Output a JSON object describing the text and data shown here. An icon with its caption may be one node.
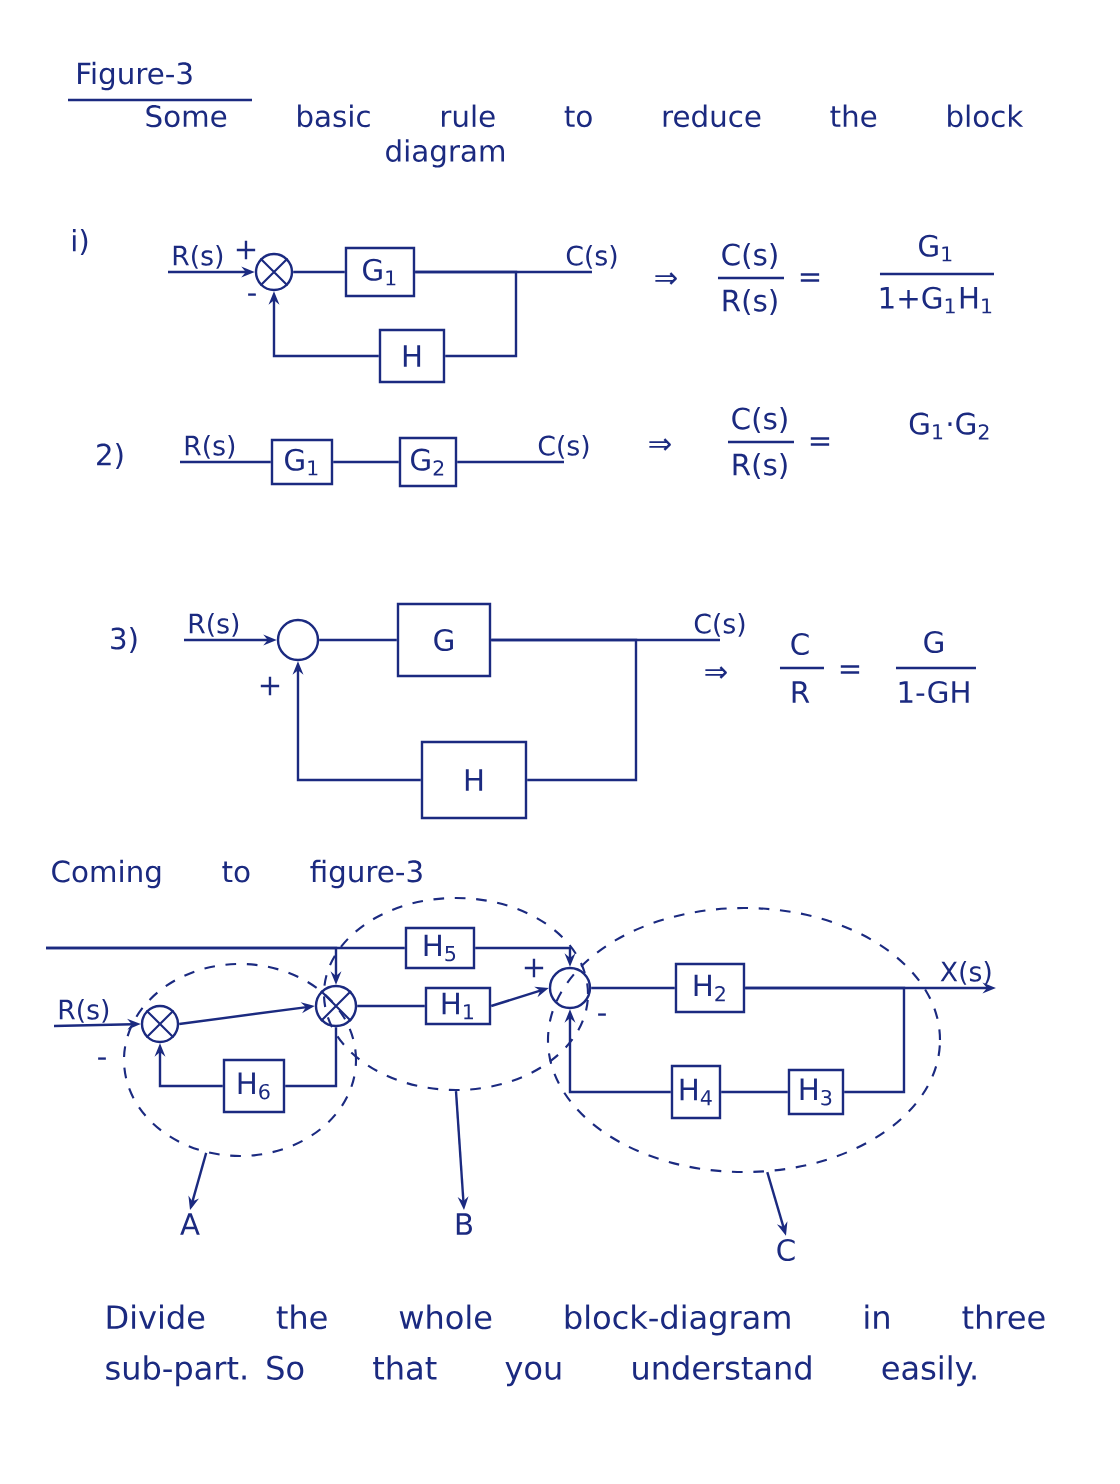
{
  "diagram": {
    "title": "Figure-3",
    "nodes": [
      {
        "text": [
          "R(s)"
        ]
      },
      {
        "text": [],
        "shape": "circle",
        "beside": [
          "+",
          "-"
        ]
      },
      {
        "text": [
          "G$_{1}$"
        ]
      },
      {
        "text": [
          "H"
        ]
      },
      {
        "text": [
          "C(s)"
        ]
      },
      {
        "text": [
          "R(s)"
        ]
      },
      {
        "text": [
          "G$_{1}$"
        ]
      },
      {
        "text": [
          "G$_{2}$"
        ]
      },
      {
        "text": [
          "C(s)"
        ]
      },
      {
        "text": [
          "R(s)"
        ]
      },
      {
        "text": [],
        "shape": "circle",
        "beside": [
          "+"
        ]
      },
      {
        "text": [
          "G"
        ]
      },
      {
        "text": [
          "C(s)"
        ]
      },
      {
        "text": [
          "H"
        ]
      },
      {
        "text": [
          "R(s)"
        ]
      },
      {
        "text": [],
        "shape": "ellipse"
      },
      {
        "text": [],
        "shape": "circle",
        "beside": [
          "-"
        ],
        "in": 15
      },
      {
        "text": [
          "H$_{6}$"
        ],
        "in": 15
      },
      {
        "text": [],
        "shape": "circle"
      },
      {
        "text": [],
        "shape": "ellipse"
      },
      {
        "text": [
          "H$_{5}$"
        ],
        "in": 19
      },
      {
        "text": [
          "H$_{1}$"
        ],
        "in": 19
      },
      {
        "text": [],
        "shape": "circle",
        "beside": [
          "+",
          "-"
        ]
      },
      {
        "text": [],
        "shape": "ellipse"
      },
      {
        "text": [
          "H$_{2}$"
        ],
        "in": 23
      },
      {
        "text": [
          "H$_{4}$"
        ],
        "in": 23
      },
      {
        "text": [
          "H$_{3}$"
        ],
        "in": 23
      },
      {
        "text": [
          "X(s)"
        ]
      },
      {
        "text": [
          "A"
        ]
      },
      {
        "text": [
          "B"
        ]
      },
      {
        "text": [
          "C"
        ]
      }
    ],
    "edges": [
      {
        "from": 0,
        "to": 1,
        "arrow": "to"
      },
      {
        "from": 1,
        "to": 2,
        "arrow": "none"
      },
      {
        "from": 2,
        "to": 4,
        "arrow": "none"
      },
      {
        "from": 2,
        "to": 3,
        "arrow": "none"
      },
      {
        "from": 3,
        "to": 1,
        "arrow": "to"
      },
      {
        "from": 5,
        "to": 6,
        "arrow": "none"
      },
      {
        "from": 6,
        "to": 7,
        "arrow": "none"
      },
      {
        "from": 7,
        "to": 8,
        "arrow": "none"
      },
      {
        "from": 9,
        "to": 10,
        "arrow": "to"
      },
      {
        "from": 10,
        "to": 11,
        "arrow": "none"
      },
      {
        "from": 11,
        "to": 12,
        "arrow": "none"
      },
      {
        "from": 11,
        "to": 13,
        "arrow": "none"
      },
      {
        "from": 13,
        "to": 10,
        "arrow": "to"
      },
      {
        "from": 14,
        "to": 16,
        "arrow": "to"
      },
      {
        "from": 16,
        "to": 18,
        "arrow": "to"
      },
      {
        "from": 18,
        "to": 21,
        "arrow": "none"
      },
      {
        "from": 21,
        "to": 22,
        "arrow": "to"
      },
      {
        "from": 22,
        "to": 24,
        "arrow": "none"
      },
      {
        "from": 24,
        "to": 27,
        "arrow": "to"
      },
      {
        "from": 24,
        "to": 26,
        "arrow": "none"
      },
      {
        "from": 26,
        "to": 25,
        "arrow": "none"
      },
      {
        "from": 25,
        "to": 22,
        "arrow": "to"
      },
      {
        "from": 18,
        "to": 17,
        "arrow": "none"
      },
      {
        "from": 17,
        "to": 16,
        "arrow": "to"
      },
      {
        "from": null,
        "to": 20,
        "arrow": "none"
      },
      {
        "from": null,
        "to": 18,
        "arrow": "to"
      },
      {
        "from": 20,
        "to": 22,
        "arrow": "to"
      },
      {
        "from": 15,
        "to": 28,
        "arrow": "to"
      },
      {
        "from": 19,
        "to": 29,
        "arrow": "to"
      },
      {
        "from": 23,
        "to": 30,
        "arrow": "to"
      }
    ],
    "labels": [
      "Some basic rule to reduce the block diagram",
      "i)",
      "⇒",
      "C(s)",
      "R(s)",
      "=",
      "G$_{1}$",
      "1+G$_{1}$H$_{1}$",
      "2)",
      "⇒",
      "C(s)",
      "R(s)",
      "=",
      "G$_{1}$·G$_{2}$",
      "3)",
      "⇒",
      "C",
      "R",
      "=",
      "G",
      "1-GH",
      "Coming to figure-3",
      "Divide the whole block-diagram in three sub-part. So that you understand easily."
    ]
  }
}
